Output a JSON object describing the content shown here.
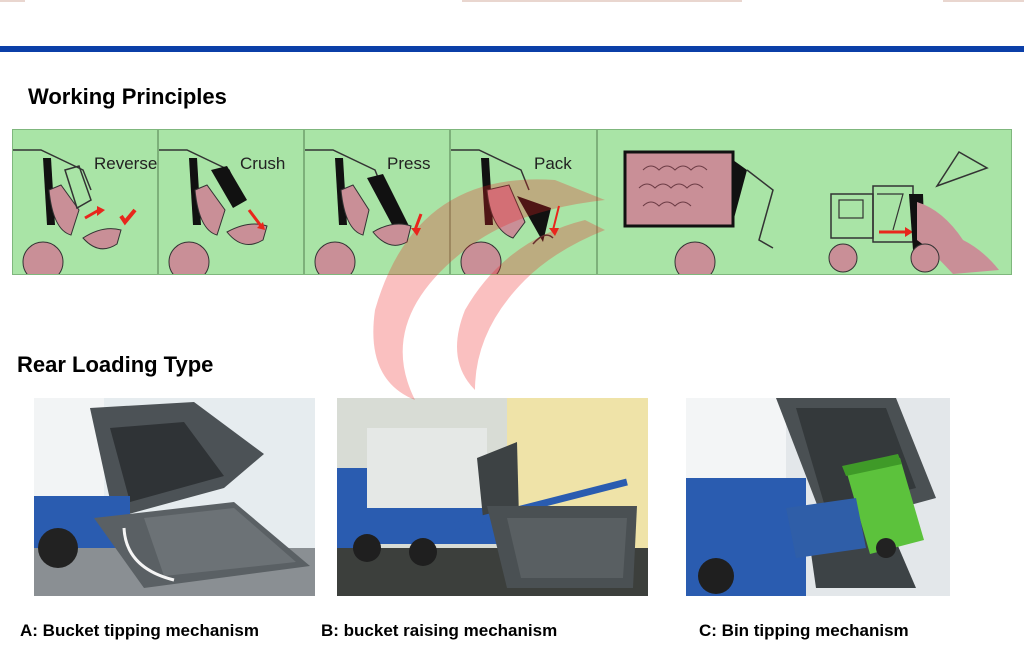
{
  "headings": {
    "working_principles": "Working Principles",
    "rear_loading_type": "Rear Loading Type"
  },
  "diagram": {
    "stages": [
      "Reverse",
      "Crush",
      "Press",
      "Pack"
    ]
  },
  "captions": {
    "a": "A: Bucket tipping mechanism",
    "b": "B: bucket raising mechanism",
    "c": "C: Bin tipping mechanism"
  },
  "colors": {
    "accent_line": "#0b3fa8",
    "diagram_bg": "#a9e4a6",
    "waste": "#c98f97",
    "arrow": "#e8261c",
    "truck_blue": "#2a5cb0",
    "bin_green": "#5cc23c"
  }
}
